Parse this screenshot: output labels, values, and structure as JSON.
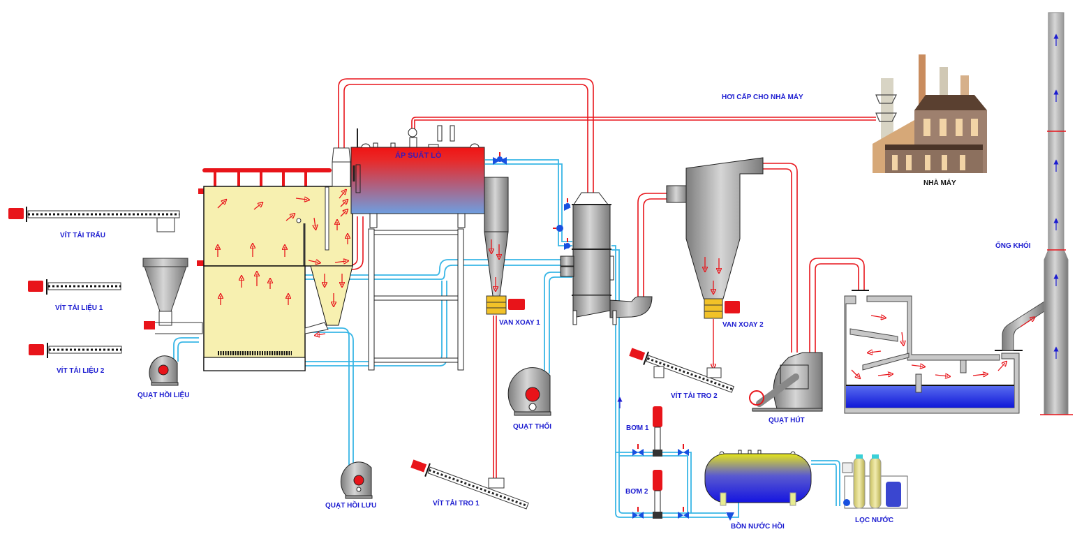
{
  "diagram": {
    "title": "Boiler plant process flow diagram",
    "colors": {
      "steam_pipe": "#e8141a",
      "water_pipe": "#38b6e6",
      "label": "#1a1ad0",
      "furnace_fill": "#f7f0b0",
      "equipment_grey": "#a8a8a8",
      "motor": "#e8141a",
      "rotary_valve": "#f2c228",
      "scrubber_water": "#1c32e0"
    },
    "labels": {
      "vit_tai_trau": "VÍT TẢI TRẤU",
      "vit_tai_lieu_1": "VÍT TẢI LIỆU 1",
      "vit_tai_lieu_2": "VÍT TẢI LIỆU 2",
      "quat_hoi_lieu": "QUẠT HỒI LIỆU",
      "quat_hoi_luu": "QUẠT HỒI LƯU",
      "ap_suat_lo": "ÁP SUẤT LÒ",
      "van_xoay_1": "VAN XOAY 1",
      "van_xoay_2": "VAN XOAY 2",
      "quat_thoi": "QUẠT THỔI",
      "vit_tai_tro_1": "VÍT TẢI TRO 1",
      "vit_tai_tro_2": "VÍT TẢI TRO 2",
      "quat_hut": "QUẠT HÚT",
      "bom_1": "BƠM 1",
      "bom_2": "BƠM 2",
      "bon_nuoc_hoi": "BỒN NƯỚC HỒI",
      "loc_nuoc": "LỌC NƯỚC",
      "hoi_cap_cho_nha_may": "HƠI CẤP CHO NHÀ MÁY",
      "nha_may": "NHÀ MÁY",
      "ong_khoi": "ỐNG KHÓI"
    }
  }
}
